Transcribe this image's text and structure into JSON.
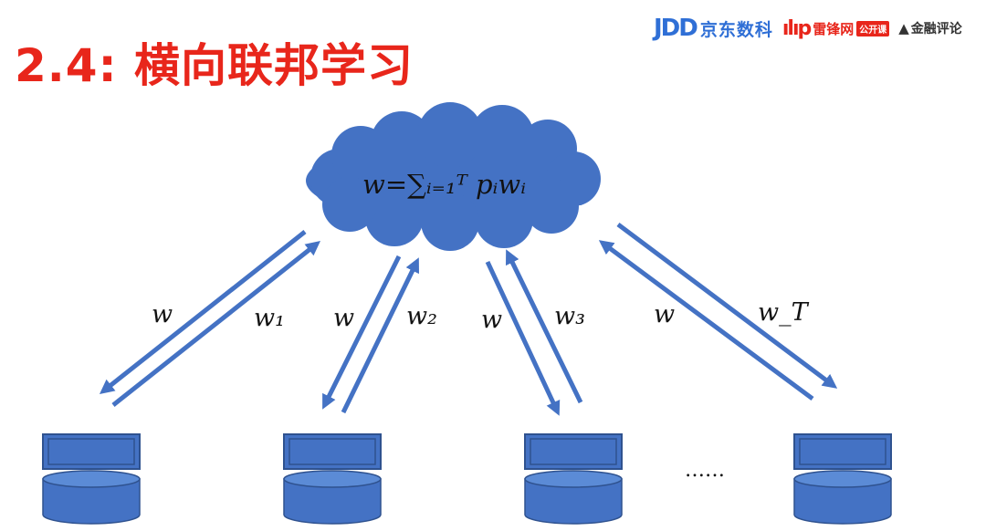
{
  "header": {
    "title": "2.4: 横向联邦学习",
    "title_color": "#e8261b"
  },
  "logos": {
    "jdd": {
      "mark": "JDD",
      "name": "京东数科",
      "color": "#2f6fd6"
    },
    "leifeng": {
      "mark": "ılıp",
      "name": "雷锋网",
      "badge": "公开课",
      "color": "#e8261b"
    },
    "jinrong": {
      "mark": "▲",
      "name": "金融评论",
      "color": "#333333"
    }
  },
  "diagram": {
    "cloud_formula": "w=∑ᵢ₌₁ᵀ pᵢwᵢ",
    "arrow_labels": [
      "w",
      "w₁",
      "w",
      "w₂",
      "w",
      "w₃",
      "w",
      "w_T"
    ],
    "ellipsis": "……",
    "colors": {
      "shape_fill": "#4472c4",
      "shape_stroke": "#2f528f",
      "drum_top": "#5b8bd6",
      "text": "#111111"
    }
  }
}
